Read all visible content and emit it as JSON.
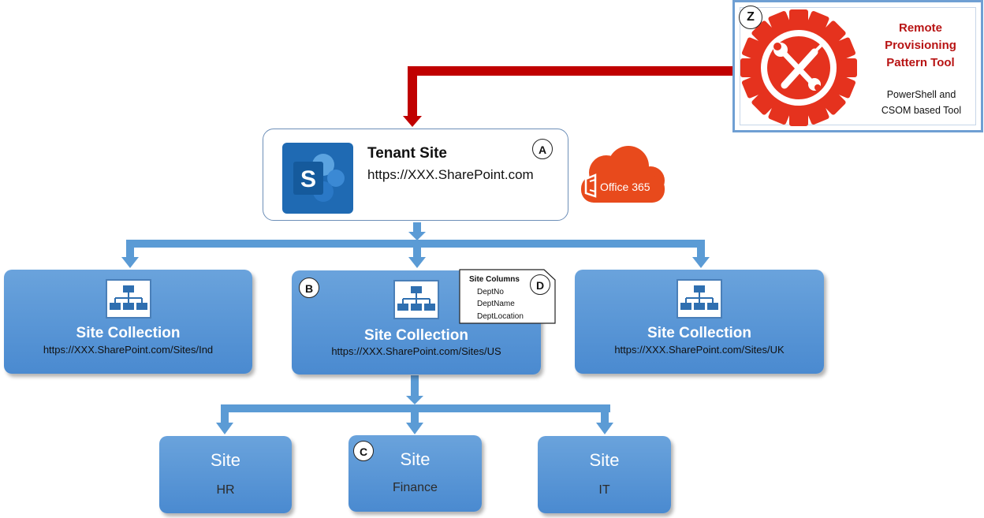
{
  "tenant": {
    "title": "Tenant Site",
    "url": "https://XXX.SharePoint.com",
    "badge": "A",
    "logo_letter": "S"
  },
  "office365": {
    "label": "Office 365"
  },
  "site_collections": [
    {
      "title": "Site Collection",
      "url": "https://XXX.SharePoint.com/Sites/Ind",
      "badge": ""
    },
    {
      "title": "Site Collection",
      "url": "https://XXX.SharePoint.com/Sites/US",
      "badge": "B"
    },
    {
      "title": "Site Collection",
      "url": "https://XXX.SharePoint.com/Sites/UK",
      "badge": ""
    }
  ],
  "site_columns": {
    "heading": "Site Columns",
    "badge": "D",
    "items": [
      "DeptNo",
      "DeptName",
      "DeptLocation"
    ]
  },
  "sites": [
    {
      "title": "Site",
      "name": "HR",
      "badge": ""
    },
    {
      "title": "Site",
      "name": "Finance",
      "badge": "C"
    },
    {
      "title": "Site",
      "name": "IT",
      "badge": ""
    }
  ],
  "tool": {
    "badge": "Z",
    "title_lines": [
      "Remote",
      "Provisioning",
      "Pattern Tool"
    ],
    "desc_lines": [
      "PowerShell and",
      "CSOM based Tool"
    ]
  },
  "colors": {
    "box_blue": "#5b9bd5",
    "connector_blue": "#5b9bd5",
    "arrow_red": "#c00000",
    "gear_red": "#e5321e",
    "sharepoint_blue": "#1f6ab3",
    "office_orange": "#e84a1c"
  }
}
